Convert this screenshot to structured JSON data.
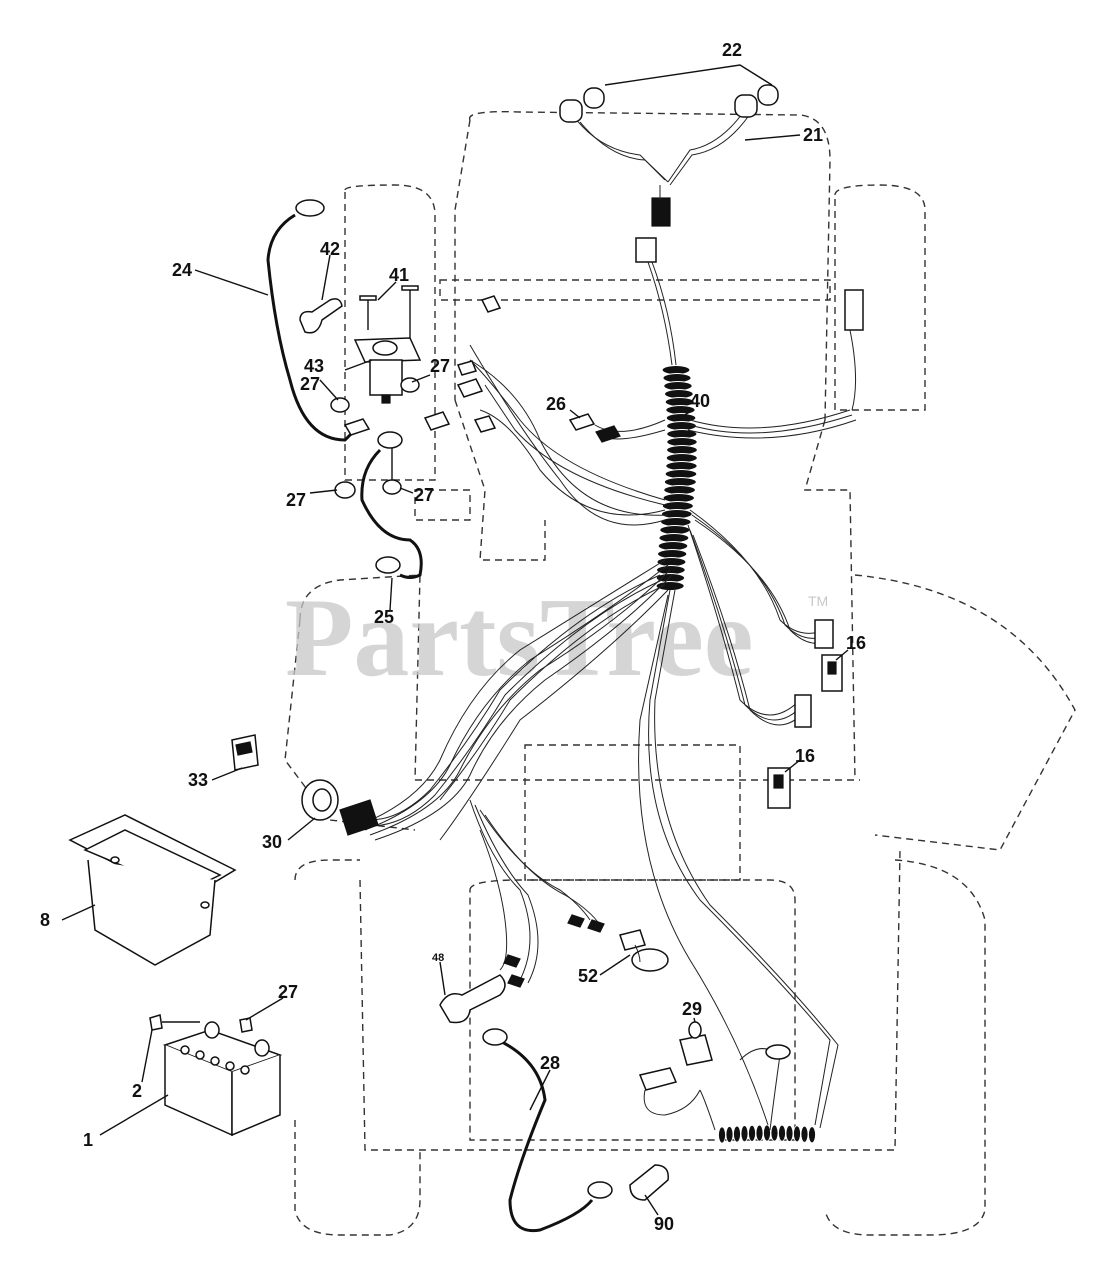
{
  "watermark": {
    "text": "PartsTree",
    "trademark": "TM"
  },
  "callouts": {
    "c1": "1",
    "c2": "2",
    "c8": "8",
    "c16a": "16",
    "c16b": "16",
    "c21": "21",
    "c22": "22",
    "c24": "24",
    "c25": "25",
    "c26": "26",
    "c27a": "27",
    "c27b": "27",
    "c27c": "27",
    "c27d": "27",
    "c27e": "27",
    "c28": "28",
    "c29": "29",
    "c30": "30",
    "c33": "33",
    "c40": "40",
    "c41": "41",
    "c42": "42",
    "c43": "43",
    "c48": "48",
    "c52": "52",
    "c90": "90"
  }
}
